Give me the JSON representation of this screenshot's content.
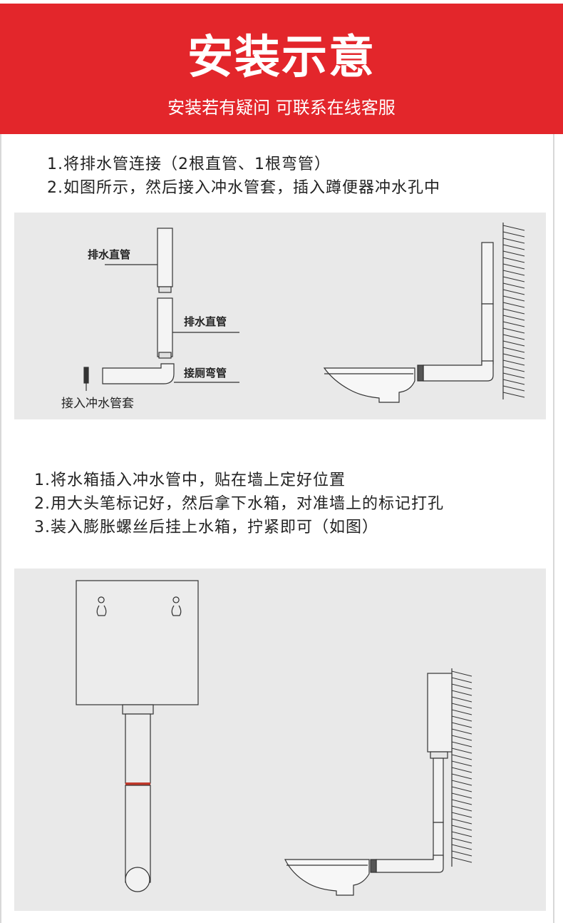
{
  "header": {
    "title": "安装示意",
    "subtitle": "安装若有疑问 可联系在线客服"
  },
  "section1": {
    "steps": [
      "1.将排水管连接（2根直管、1根弯管）",
      "2.如图所示，然后接入冲水管套，插入蹲便器冲水孔中"
    ],
    "labels": {
      "pipe_top": "排水直管",
      "pipe_middle": "排水直管",
      "elbow": "接厕弯管",
      "sleeve": "接入冲水管套"
    }
  },
  "section2": {
    "steps": [
      "1.将水箱插入冲水管中，贴在墙上定好位置",
      "2.用大头笔标记好，然后拿下水箱，对准墙上的标记打孔",
      "3.装入膨胀螺丝后挂上水箱，拧紧即可（如图）"
    ]
  },
  "colors": {
    "header_bg": "#e3262b",
    "panel_bg": "#e9e9e9",
    "line": "#333333",
    "accent_band": "#c0392b"
  }
}
